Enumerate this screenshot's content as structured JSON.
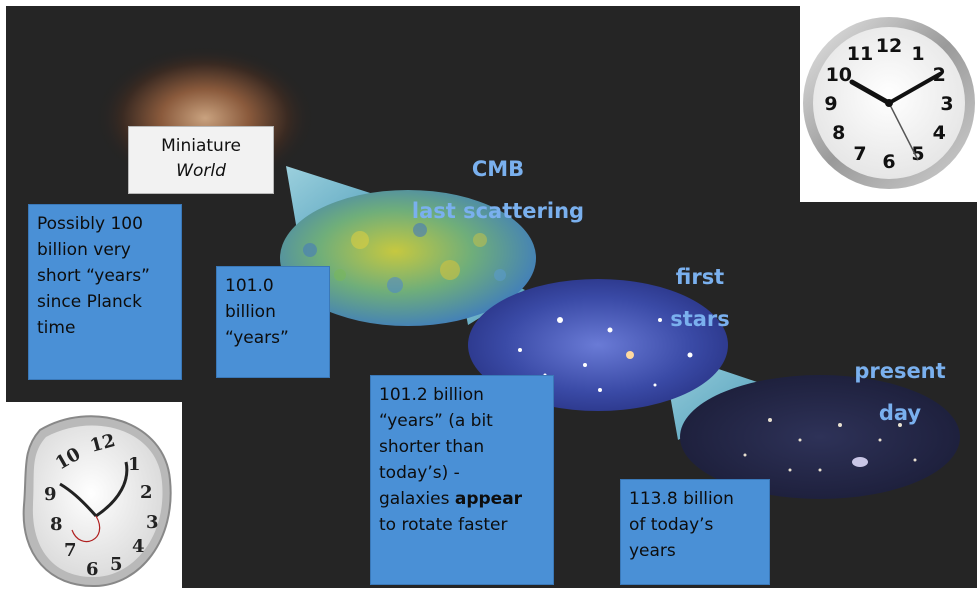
{
  "miniature": {
    "line1": "Miniature",
    "line2": "World"
  },
  "epochs": {
    "cmb": {
      "line1": "CMB",
      "line2": "last scattering"
    },
    "first_stars": {
      "line1": "first",
      "line2": "stars"
    },
    "present_day": {
      "line1": "present",
      "line2": "day"
    }
  },
  "boxes": {
    "planck": "Possibly 100\nbillion very\nshort “years”\nsince Planck\ntime",
    "cmb_years": "101.0\nbillion\n“years”",
    "stars_years_pre": "101.2 billion\n“years” (a bit\nshorter than\ntoday’s) -\ngalaxies ",
    "stars_years_bold": "appear",
    "stars_years_post": "\nto rotate faster",
    "present_years": "113.8 billion\nof today’s\nyears"
  },
  "clock": {
    "numerals": [
      "12",
      "1",
      "2",
      "3",
      "4",
      "5",
      "6",
      "7",
      "8",
      "9",
      "10",
      "11"
    ]
  },
  "colors": {
    "box_fill": "#4a90d6",
    "label_blue": "#7ab0ee",
    "background": "#222222"
  }
}
